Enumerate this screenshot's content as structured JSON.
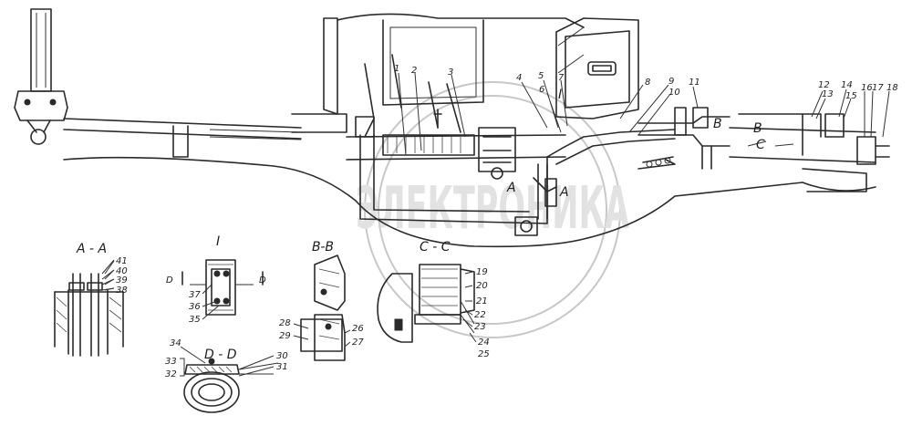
{
  "watermark": {
    "text": "ЭЛЕКТРОНИКА"
  },
  "section_titles": {
    "aa": "A - A",
    "i": "I",
    "bb": "B-B",
    "cc": "C - C",
    "dd": "D - D"
  },
  "view_markers": {
    "a_left": "A",
    "a_right": "A",
    "b_left": "B",
    "b_right": "B",
    "c": "C",
    "i_main": "I",
    "d_left": "D",
    "d_right": "D"
  },
  "callouts": {
    "n1": "1",
    "n2": "2",
    "n3": "3",
    "n4": "4",
    "n5": "5",
    "n6": "6",
    "n7": "7",
    "n8": "8",
    "n9": "9",
    "n10": "10",
    "n11": "11",
    "n12": "12",
    "n13": "13",
    "n14": "14",
    "n15": "15",
    "n16": "16",
    "n17": "17",
    "n18": "18",
    "n19": "19",
    "n20": "20",
    "n21": "21",
    "n22": "22",
    "n23": "23",
    "n24": "24",
    "n25": "25",
    "n26": "26",
    "n27": "27",
    "n28": "28",
    "n29": "29",
    "n30": "30",
    "n31": "31",
    "n32": "32",
    "n33": "33",
    "n34": "34",
    "n35": "35",
    "n36": "36",
    "n37": "37",
    "n38": "38",
    "n39": "39",
    "n40": "40",
    "n41": "41"
  }
}
